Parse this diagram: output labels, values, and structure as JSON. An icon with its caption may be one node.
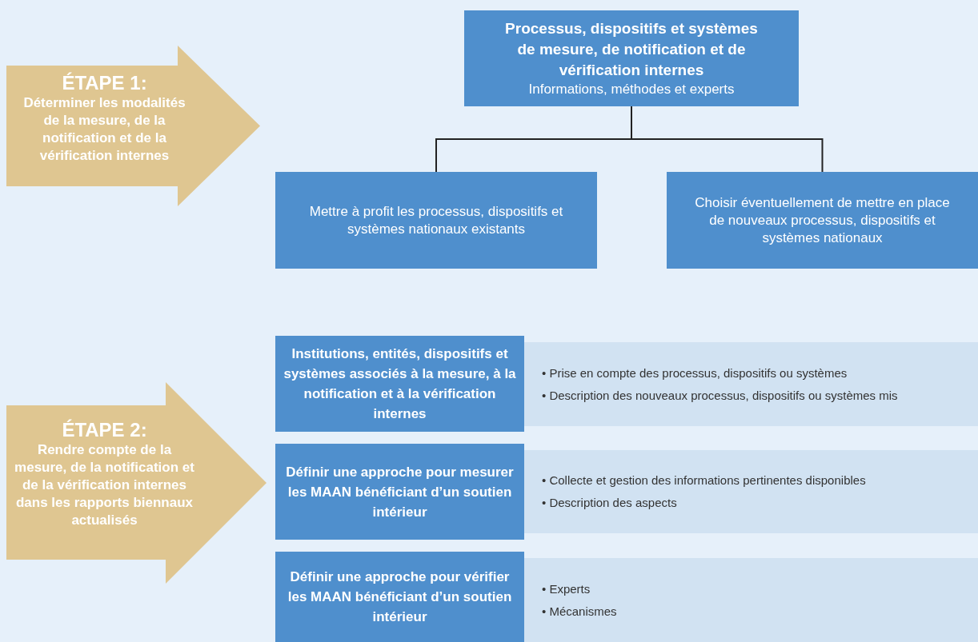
{
  "diagram": {
    "nodes": [
      {
        "text": [
          "ÉTAPE 1:",
          "Déterminer les modalités de la mesure, de la notification et de la vérification internes"
        ]
      },
      {
        "text": [
          "Processus, dispositifs et systèmes de mesure, de notification et de vérification internes",
          "Informations, méthodes et experts"
        ]
      },
      {
        "text": [
          "Mettre à profit les processus, dispositifs et systèmes nationaux existants"
        ]
      },
      {
        "text": [
          "Choisir éventuellement de mettre en place de nouveaux processus, dispositifs et systèmes nationaux"
        ]
      },
      {
        "text": [
          "ÉTAPE 2:",
          "Rendre compte de la mesure, de la notification et de la vérification internes dans les rapports biennaux actualisés"
        ]
      },
      {
        "text": [
          "Institutions, entités, dispositifs et systèmes associés à la mesure, à la notification et à la vérification internes"
        ]
      },
      {
        "text": [
          "• Prise en compte des processus, dispositifs ou systèmes",
          "• Description des nouveaux processus, dispositifs ou systèmes mis"
        ]
      },
      {
        "text": [
          "Définir une approche pour mesurer les MAAN bénéficiant d’un soutien intérieur"
        ]
      },
      {
        "text": [
          "• Collecte et gestion des informations pertinentes disponibles",
          "• Description des aspects"
        ]
      },
      {
        "text": [
          "Définir une approche pour vérifier les MAAN bénéficiant d’un soutien intérieur"
        ]
      },
      {
        "text": [
          "• Experts",
          "• Mécanismes"
        ]
      }
    ],
    "edges": [
      {
        "from": 1,
        "to": 2,
        "arrow": "none"
      },
      {
        "from": 1,
        "to": 3,
        "arrow": "none"
      }
    ]
  }
}
